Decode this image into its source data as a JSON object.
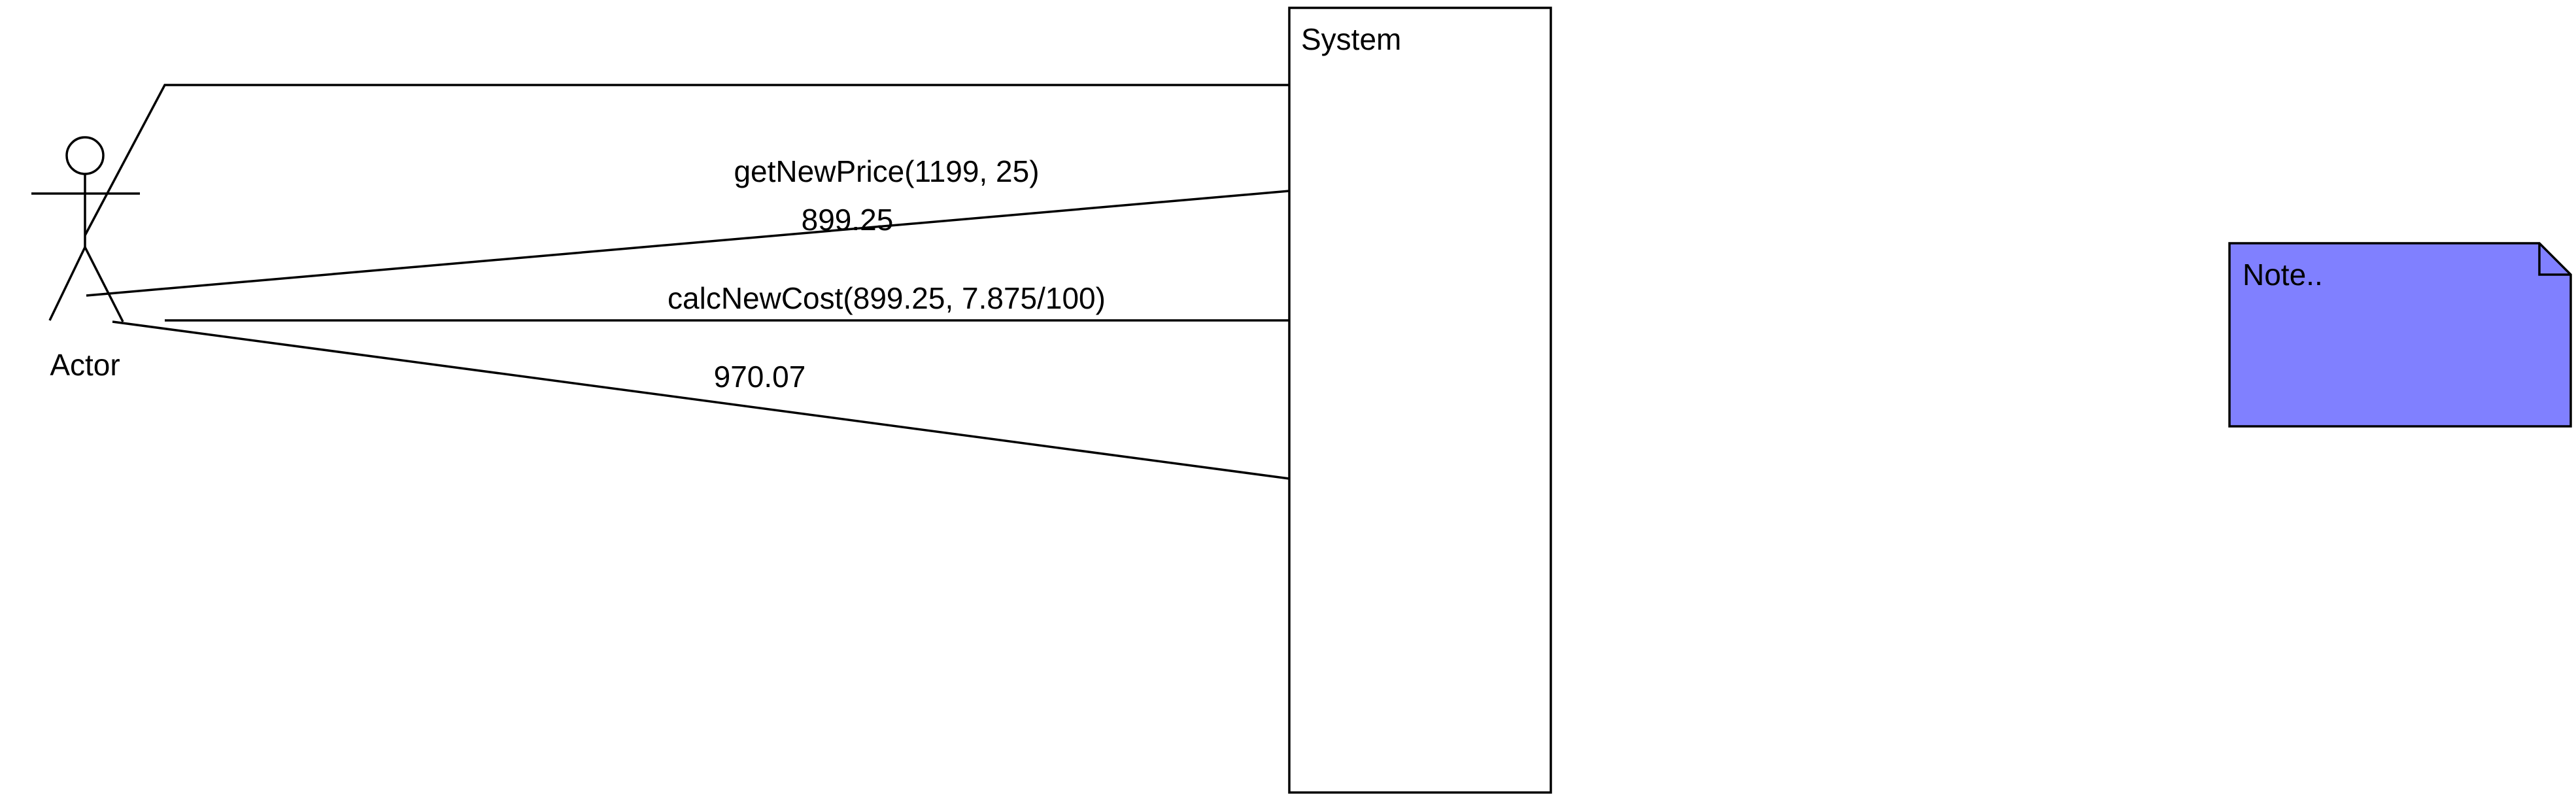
{
  "diagram": {
    "actor": {
      "label": "Actor"
    },
    "system": {
      "label": "System"
    },
    "messages": [
      {
        "label": "getNewPrice(1199, 25)",
        "direction": "call"
      },
      {
        "label": "899.25",
        "direction": "return"
      },
      {
        "label": "calcNewCost(899.25, 7.875/100)",
        "direction": "call"
      },
      {
        "label": "970.07",
        "direction": "return"
      }
    ],
    "note": {
      "label": "Note..",
      "fill_color": "#8080ff"
    }
  }
}
